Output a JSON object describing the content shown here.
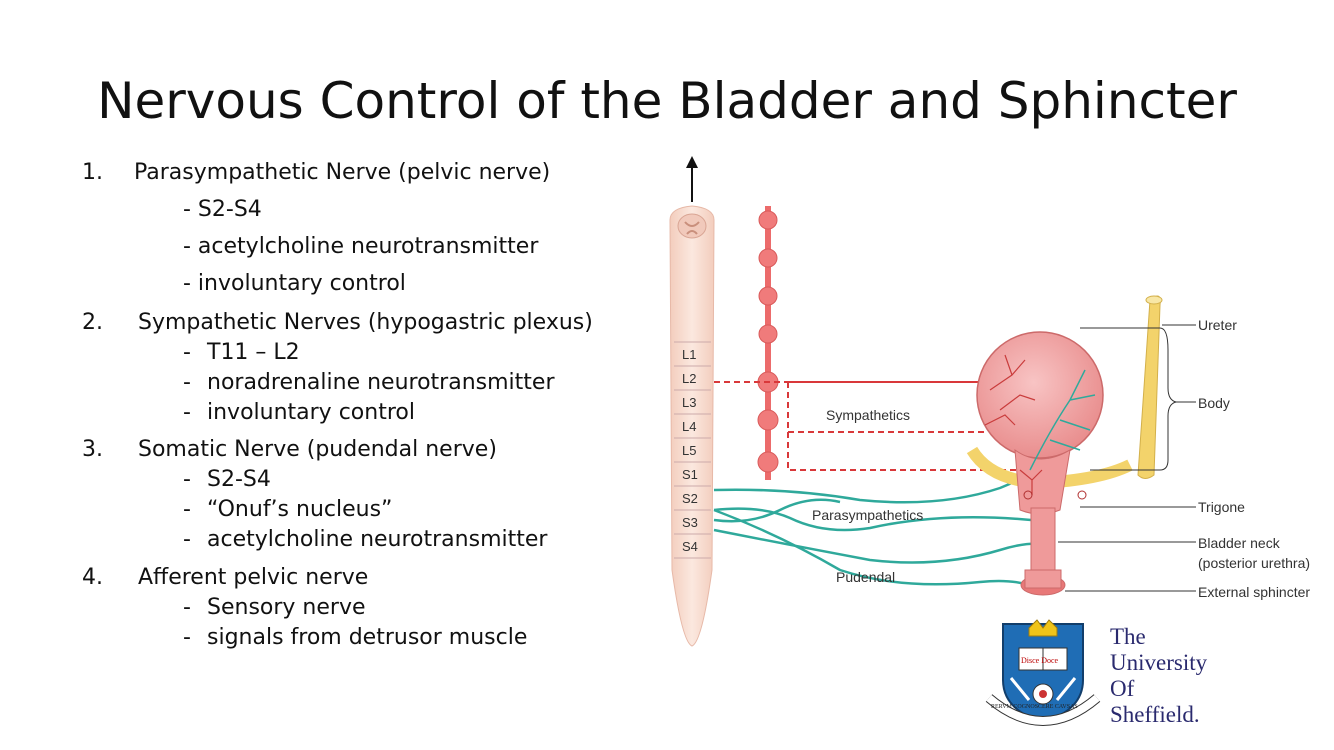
{
  "title": "Nervous Control of the Bladder and Sphincter",
  "items": [
    {
      "number": "1.",
      "heading": "Parasympathetic Nerve (pelvic nerve)",
      "subs": [
        "- S2-S4",
        "- acetylcholine neurotransmitter",
        "- involuntary control"
      ]
    },
    {
      "number": "2.",
      "heading": "Sympathetic Nerves (hypogastric plexus)",
      "subs": [
        "T11 – L2",
        "noradrenaline neurotransmitter",
        "involuntary control"
      ]
    },
    {
      "number": "3.",
      "heading": "Somatic Nerve (pudendal nerve)",
      "subs": [
        "S2-S4",
        "“Onuf’s nucleus”",
        "acetylcholine neurotransmitter"
      ]
    },
    {
      "number": "4.",
      "heading": "Afferent pelvic nerve",
      "subs": [
        "Sensory nerve",
        "signals from detrusor muscle"
      ]
    }
  ],
  "diagram": {
    "segments": [
      "L1",
      "L2",
      "L3",
      "L4",
      "L5",
      "S1",
      "S2",
      "S3",
      "S4"
    ],
    "nerve_labels": {
      "sympathetics": "Sympathetics",
      "parasympathetics": "Parasympathetics",
      "pudendal": "Pudendal"
    },
    "anatomy_labels": {
      "ureter": "Ureter",
      "body": "Body",
      "trigone": "Trigone",
      "bladder_neck": "Bladder neck",
      "bladder_neck_note": "(posterior urethra)",
      "external_sphincter": "External sphincter"
    },
    "colors": {
      "sympathetic": "#d9383a",
      "parasympathetic": "#2fa99b",
      "cord": "#f7d9cc",
      "bladder": "#ef9a9a",
      "ureter": "#f3d36b"
    }
  },
  "logo": {
    "lines": [
      "The",
      "University",
      "Of",
      "Sheffield."
    ],
    "book_text": "Disce Doce",
    "ribbon_text": "RERVM COGNOSCERE CAVSAS"
  }
}
